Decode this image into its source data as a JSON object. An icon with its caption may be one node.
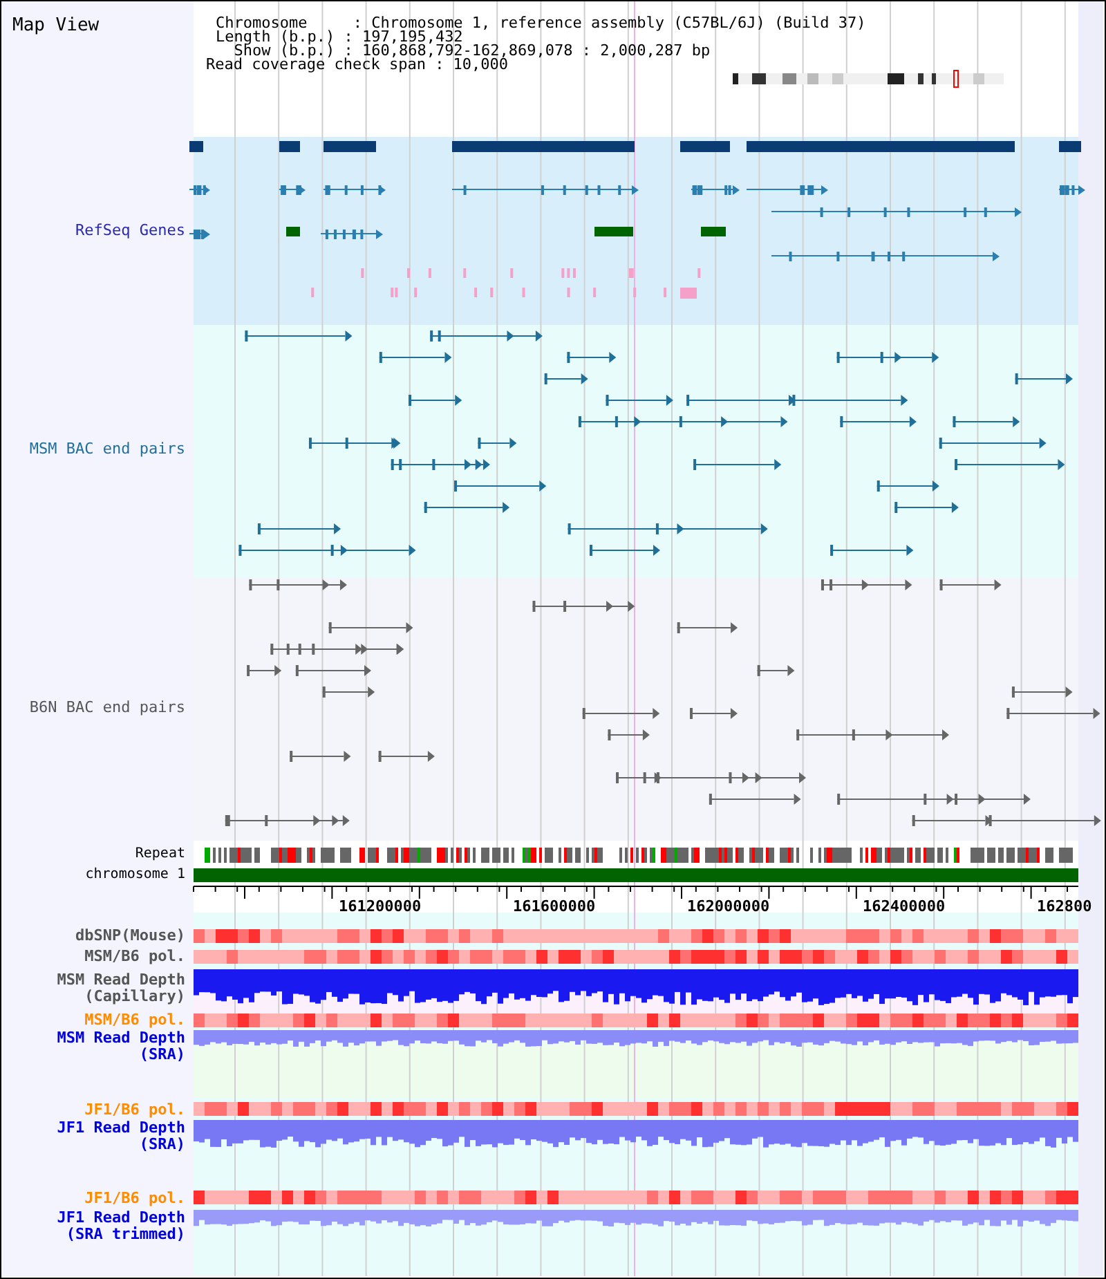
{
  "diagram": {
    "title": "Map View",
    "labels": [
      "Chromosome     : Chromosome 1, reference assembly (C57BL/6J) (Build 37)",
      "Length (b.p.) : 197,195,432",
      "  Show (b.p.) : 160,868,792-162,869,078 : 2,000,287 bp",
      "Read coverage check span : 10,000",
      "RefSeq Genes",
      "MSM BAC end pairs",
      "B6N BAC end pairs",
      "Repeat",
      "chromosome 1",
      "161200000",
      "161600000",
      "162000000",
      "162400000",
      "162800",
      "dbSNP(Mouse)",
      "MSM/B6 pol.",
      "MSM Read Depth (Capillary)",
      "MSM/B6 pol.",
      "MSM Read Depth (SRA)",
      "JF1/B6 pol.",
      "JF1 Read Depth (SRA)",
      "JF1/B6 pol.",
      "JF1 Read Depth (SRA trimmed)"
    ]
  }
}
